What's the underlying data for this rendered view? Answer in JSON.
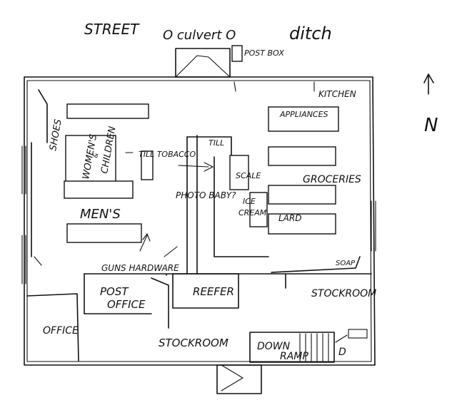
{
  "outside": {
    "street": "STREET",
    "culvert": "O culvert O",
    "ditch": "ditch",
    "post_box": "POST BOX",
    "north": "N"
  },
  "rooms": {
    "kitchen": "KITCHEN",
    "appliances": "APPLIANCES",
    "groceries": "GROCERIES",
    "scale": "SCALE",
    "ice_cream_line1": "ICE",
    "ice_cream_line2": "CREAM",
    "lard": "LARD",
    "soap": "SOAP",
    "stockroom_east": "STOCKROOM",
    "stockroom_south": "STOCKROOM",
    "reefer": "REEFER",
    "post_office_line1": "POST",
    "post_office_line2": "OFFICE",
    "office": "OFFICE",
    "mens": "MEN'S",
    "guns_hardware": "GUNS HARDWARE",
    "shoes": "SHOES",
    "womens_children_line1": "WOMEN'S",
    "womens_children_line2": "&",
    "womens_children_line3": "CHILDREN",
    "till_tobacco": "TILL TOBACCO",
    "till": "TILL",
    "photo_baby": "PHOTO BABY?",
    "down_ramp": "DOWN",
    "ramp": "RAMP",
    "d_mark": "D"
  }
}
